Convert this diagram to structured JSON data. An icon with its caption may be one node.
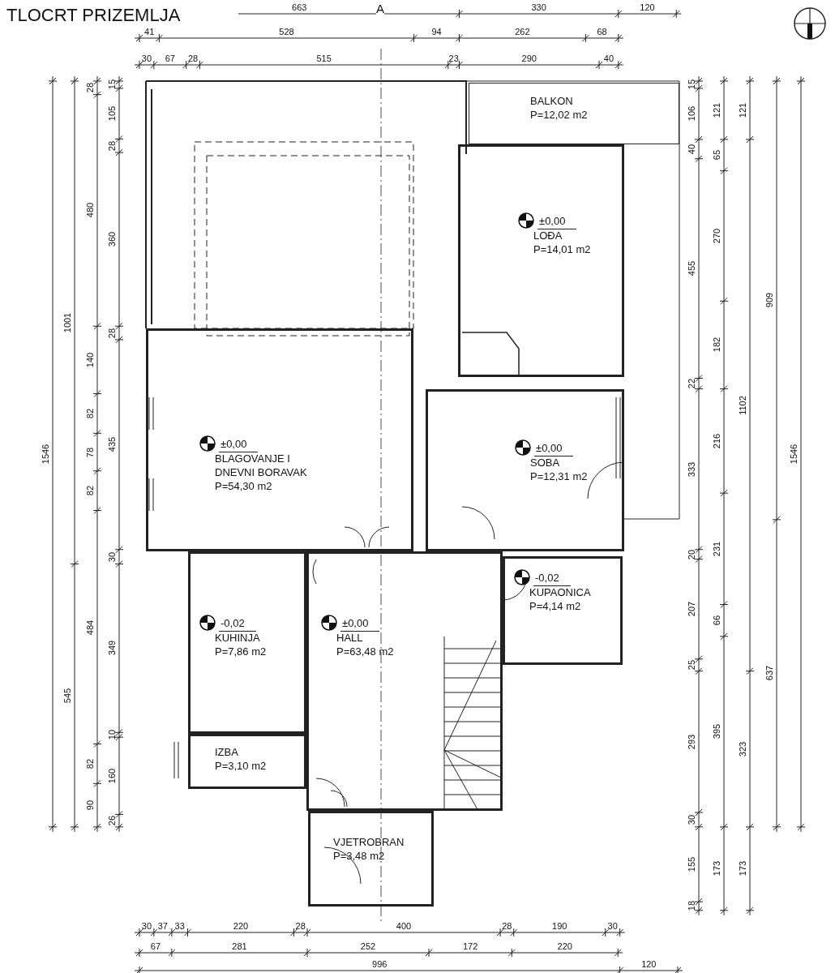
{
  "diagram": {
    "title": "TLOCRT PRIZEMLJA",
    "nodes": [
      {
        "text": [
          "BALKON",
          "P=12,02 m2"
        ]
      },
      {
        "text": [
          "±0,00",
          "LOĐA",
          "P=14,01 m2"
        ]
      },
      {
        "text": [
          "±0,00",
          "BLAGOVANJE I DNEVNI BORAVAK",
          "P=54,30 m2"
        ]
      },
      {
        "text": [
          "±0,00",
          "SOBA",
          "P=12,31 m2"
        ]
      },
      {
        "text": [
          "-0,02",
          "KUPAONICA",
          "P=4,14 m2"
        ]
      },
      {
        "text": [
          "-0,02",
          "KUHINJA",
          "P=7,86 m2"
        ]
      },
      {
        "text": [
          "±0,00",
          "HALL",
          "P=63,48 m2"
        ]
      },
      {
        "text": [
          "IZBA",
          "P=3,10 m2"
        ]
      },
      {
        "text": [
          "VJETROBRAN",
          "P=3,48 m2"
        ]
      }
    ],
    "labels": [
      "663",
      "A",
      "330",
      "120",
      "41",
      "528",
      "94",
      "262",
      "68",
      "30",
      "67",
      "28",
      "515",
      "23",
      "290",
      "40",
      "1546",
      "1001",
      "545",
      "28",
      "480",
      "140",
      "82",
      "78",
      "82",
      "484",
      "82",
      "90",
      "15",
      "105",
      "28",
      "360",
      "28",
      "435",
      "30",
      "349",
      "10",
      "160",
      "26",
      "15",
      "106",
      "40",
      "455",
      "22",
      "333",
      "20",
      "207",
      "25",
      "293",
      "30",
      "155",
      "18",
      "121",
      "65",
      "270",
      "182",
      "216",
      "231",
      "66",
      "395",
      "173",
      "121",
      "1102",
      "323",
      "173",
      "909",
      "637",
      "1546",
      "30",
      "37",
      "33",
      "220",
      "28",
      "400",
      "28",
      "190",
      "30",
      "67",
      "281",
      "252",
      "172",
      "220",
      "996",
      "120"
    ]
  }
}
